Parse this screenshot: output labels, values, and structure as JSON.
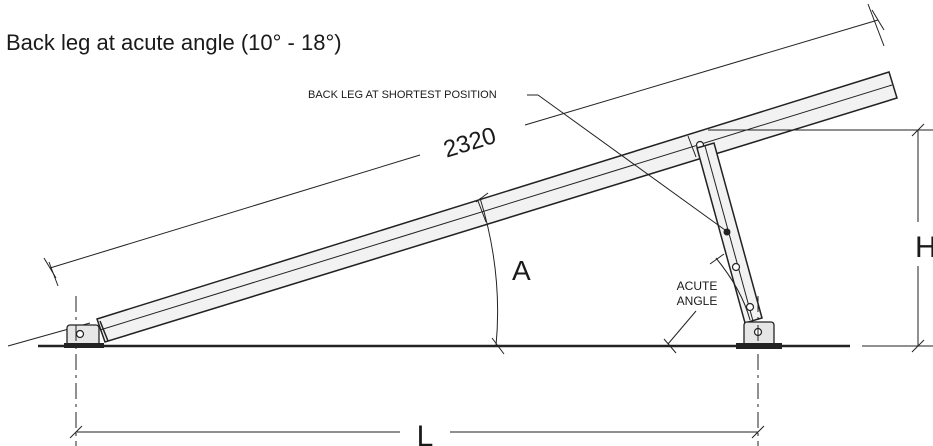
{
  "title": "Back leg at acute angle (10° - 18°)",
  "labels": {
    "length_dimension": "2320",
    "angle": "A",
    "height": "H",
    "length": "L",
    "back_leg_note": "BACK LEG AT SHORTEST POSITION",
    "acute_angle_line1": "ACUTE",
    "acute_angle_line2": "ANGLE"
  },
  "colors": {
    "line": "#222222",
    "panel_fill": "#f2f2f2",
    "background": "#ffffff"
  }
}
